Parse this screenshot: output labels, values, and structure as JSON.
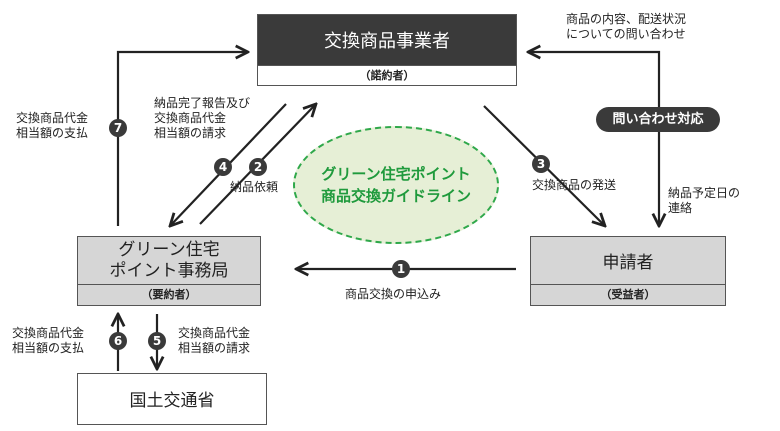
{
  "entities": {
    "vendor": {
      "name": "交換商品事業者",
      "role": "（諾約者）"
    },
    "office": {
      "name_line1": "グリーン住宅",
      "name_line2": "ポイント事務局",
      "role": "（要約者）"
    },
    "applicant": {
      "name": "申請者",
      "role": "（受益者）"
    },
    "mlit": {
      "name": "国土交通省"
    }
  },
  "guideline": {
    "line1": "グリーン住宅ポイント",
    "line2": "商品交換ガイドライン"
  },
  "flows": [
    {
      "step": "1",
      "label": "商品交換の申込み"
    },
    {
      "step": "2",
      "label": "納品依頼"
    },
    {
      "step": "3",
      "label": "交換商品の発送"
    },
    {
      "step": "4",
      "label_lines": [
        "納品完了報告及び",
        "交換商品代金",
        "相当額の請求"
      ]
    },
    {
      "step": "5",
      "label_lines": [
        "交換商品代金",
        "相当額の請求"
      ]
    },
    {
      "step": "6",
      "label_lines": [
        "交換商品代金",
        "相当額の支払"
      ]
    },
    {
      "step": "7",
      "label_lines": [
        "交換商品代金",
        "相当額の支払"
      ]
    }
  ],
  "inquiry": {
    "label_lines": [
      "商品の内容、配送状況",
      "についての問い合わせ"
    ],
    "response_badge": "問い合わせ対応",
    "delivery_notice_lines": [
      "納品予定日の",
      "連絡"
    ]
  },
  "colors": {
    "dark_box": "#3a3a3a",
    "gray_box": "#d6d6d6",
    "guideline_green": "#2fa84a",
    "guideline_fill": "#e6efd6"
  }
}
